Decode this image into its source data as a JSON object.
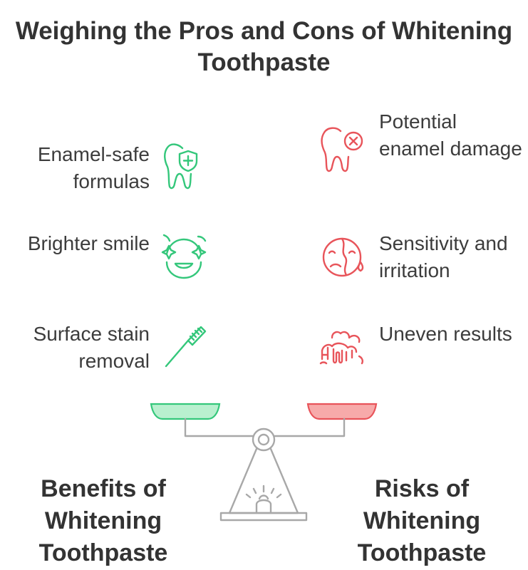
{
  "title": "Weighing the Pros and Cons of Whitening Toothpaste",
  "benefits": {
    "heading": "Benefits of Whitening Toothpaste",
    "color": "#34c77b",
    "pan_color": "#b9f0cf",
    "items": [
      {
        "label": "Enamel-safe formulas",
        "icon": "tooth-shield-icon"
      },
      {
        "label": "Brighter smile",
        "icon": "sparkle-smile-icon"
      },
      {
        "label": "Surface stain removal",
        "icon": "toothbrush-icon"
      }
    ]
  },
  "risks": {
    "heading": "Risks of Whitening Toothpaste",
    "color": "#e8545a",
    "pan_color": "#f7aaaa",
    "items": [
      {
        "label": "Potential enamel damage",
        "icon": "damaged-tooth-icon"
      },
      {
        "label": "Sensitivity and irritation",
        "icon": "sad-tear-face-icon"
      },
      {
        "label": "Uneven results",
        "icon": "uneven-teeth-icon"
      }
    ]
  },
  "scale_color": "#a8a8a8"
}
